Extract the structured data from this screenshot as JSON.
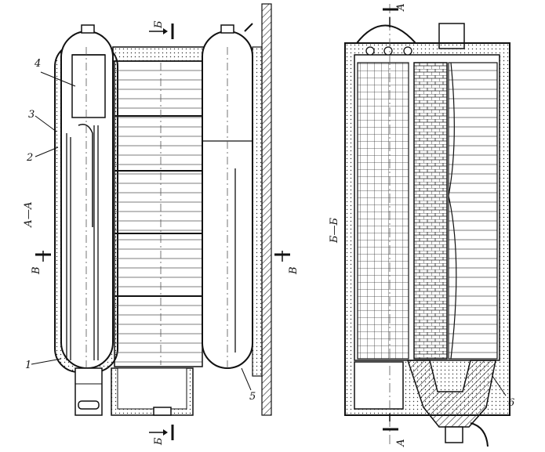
{
  "labels": {
    "n1": "1",
    "n2": "2",
    "n3": "3",
    "n4": "4",
    "n5": "5",
    "n6": "6",
    "section_aa": "А—А",
    "section_bb": "Б—Б",
    "cut_b_top": "Б",
    "cut_b_bottom": "Б",
    "cut_v_left": "В",
    "cut_v_right": "В",
    "cut_a_top": "А",
    "cut_a_bottom": "А"
  }
}
